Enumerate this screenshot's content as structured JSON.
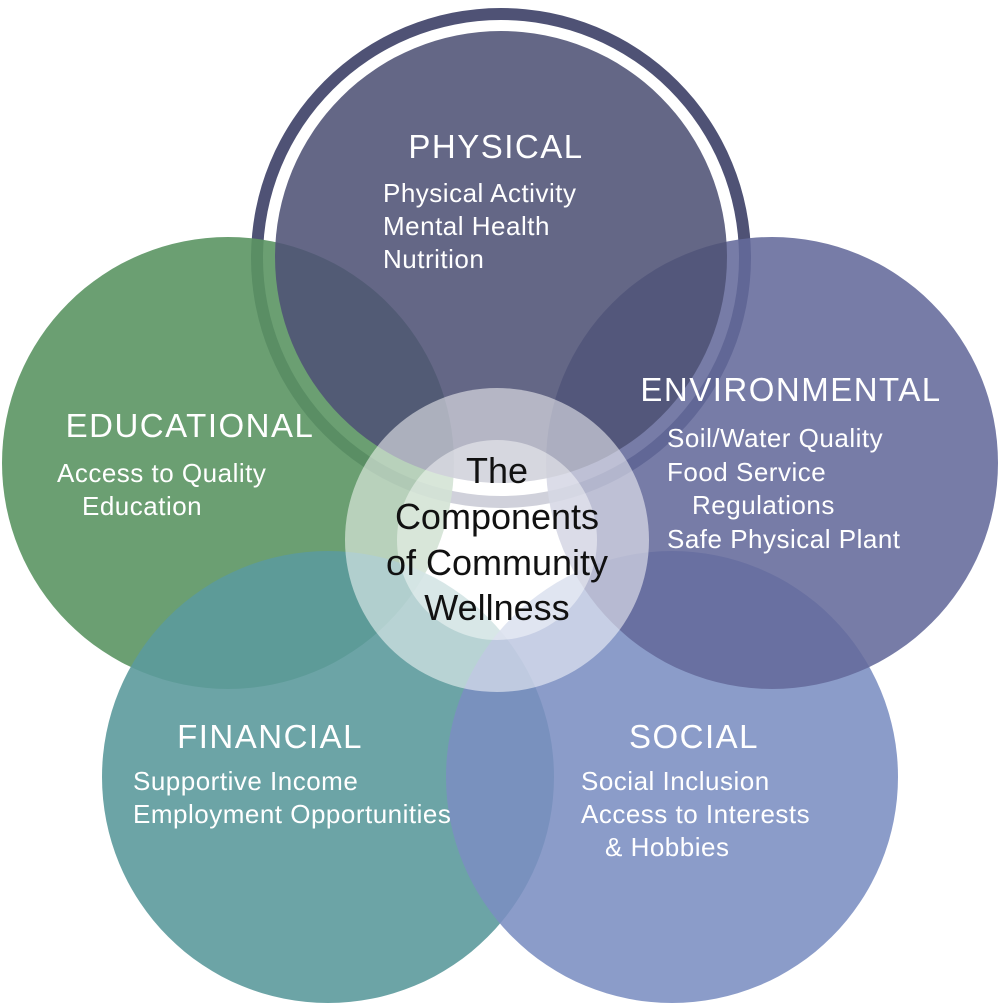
{
  "colors": {
    "physical": "#4f5275",
    "environmental": "#646a9b",
    "social": "#7b8ec1",
    "financial": "#5c9a9c",
    "educational": "#5b9563",
    "center": "#ffffff"
  },
  "center": {
    "lines": [
      "The",
      "Components",
      "of Community",
      "Wellness"
    ]
  },
  "components": {
    "physical": {
      "title": "PHYSICAL",
      "items": [
        "Physical Activity",
        "Mental Health",
        "Nutrition"
      ]
    },
    "environmental": {
      "title": "ENVIRONMENTAL",
      "items": [
        "Soil/Water Quality",
        "Food Service",
        "Regulations",
        "Safe Physical Plant"
      ]
    },
    "social": {
      "title": "SOCIAL",
      "items": [
        "Social Inclusion",
        "Access to Interests",
        "& Hobbies"
      ]
    },
    "financial": {
      "title": "FINANCIAL",
      "items": [
        "Supportive Income",
        "Employment Opportunities"
      ]
    },
    "educational": {
      "title": "EDUCATIONAL",
      "items": [
        "Access to Quality",
        "Education"
      ]
    }
  }
}
